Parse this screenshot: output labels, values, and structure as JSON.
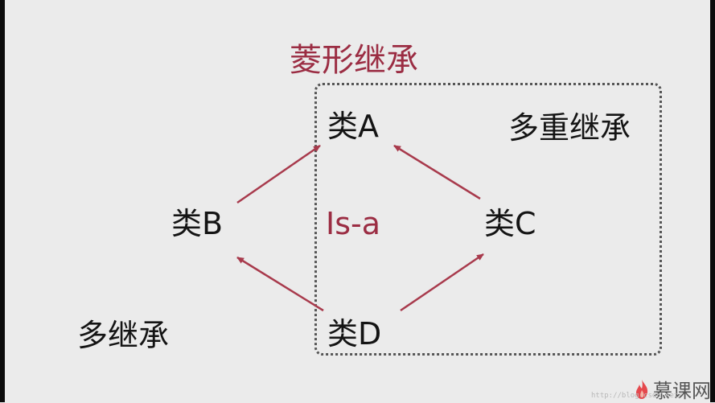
{
  "title": "菱形继承",
  "nodes": {
    "a": "类A",
    "b": "类B",
    "c": "类C",
    "d": "类D"
  },
  "relation_label": "Is-a",
  "multiple_inheritance_label": "多重继承",
  "multi_inheritance_label": "多继承",
  "logo": {
    "text": "慕课网",
    "icon": "flame-icon"
  },
  "watermark": "http://blog.csdn.net/",
  "colors": {
    "accent": "#9b2d43",
    "arrow": "#a83a4c",
    "text": "#141414",
    "box": "#555555",
    "background": "#ebebeb"
  }
}
